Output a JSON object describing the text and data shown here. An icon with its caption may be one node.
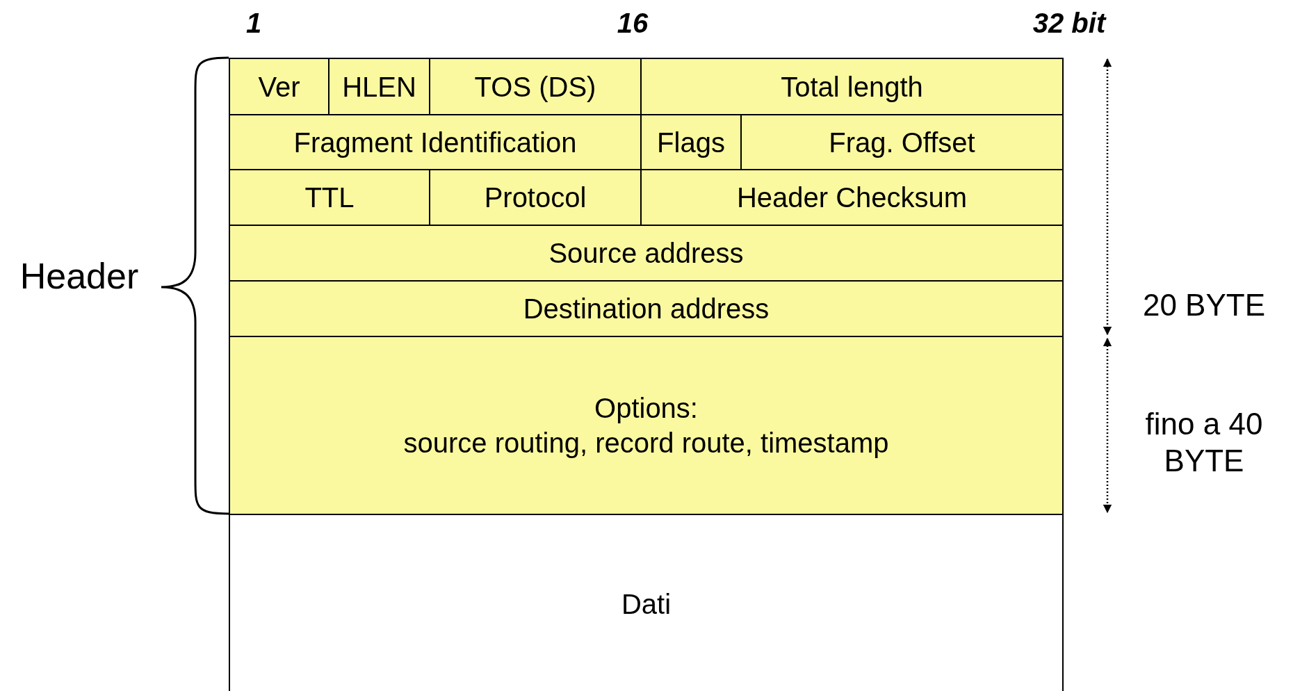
{
  "diagram": {
    "nodes": [
      {
        "text": [
          "Ver"
        ]
      },
      {
        "text": [
          "HLEN"
        ]
      },
      {
        "text": [
          "TOS (DS)"
        ]
      },
      {
        "text": [
          "Total length"
        ]
      },
      {
        "text": [
          "Fragment Identification"
        ]
      },
      {
        "text": [
          "Flags"
        ]
      },
      {
        "text": [
          "Frag. Offset"
        ]
      },
      {
        "text": [
          "TTL"
        ]
      },
      {
        "text": [
          "Protocol"
        ]
      },
      {
        "text": [
          "Header Checksum"
        ]
      },
      {
        "text": [
          "Source address"
        ]
      },
      {
        "text": [
          "Destination address"
        ]
      },
      {
        "text": [
          "Options:",
          "source routing, record route, timestamp"
        ]
      },
      {
        "text": [
          "Dati"
        ]
      }
    ],
    "edges": [],
    "labels": [
      "1",
      "16",
      "32 bit",
      "Header",
      "20 BYTE",
      "fino a 40 BYTE"
    ]
  }
}
